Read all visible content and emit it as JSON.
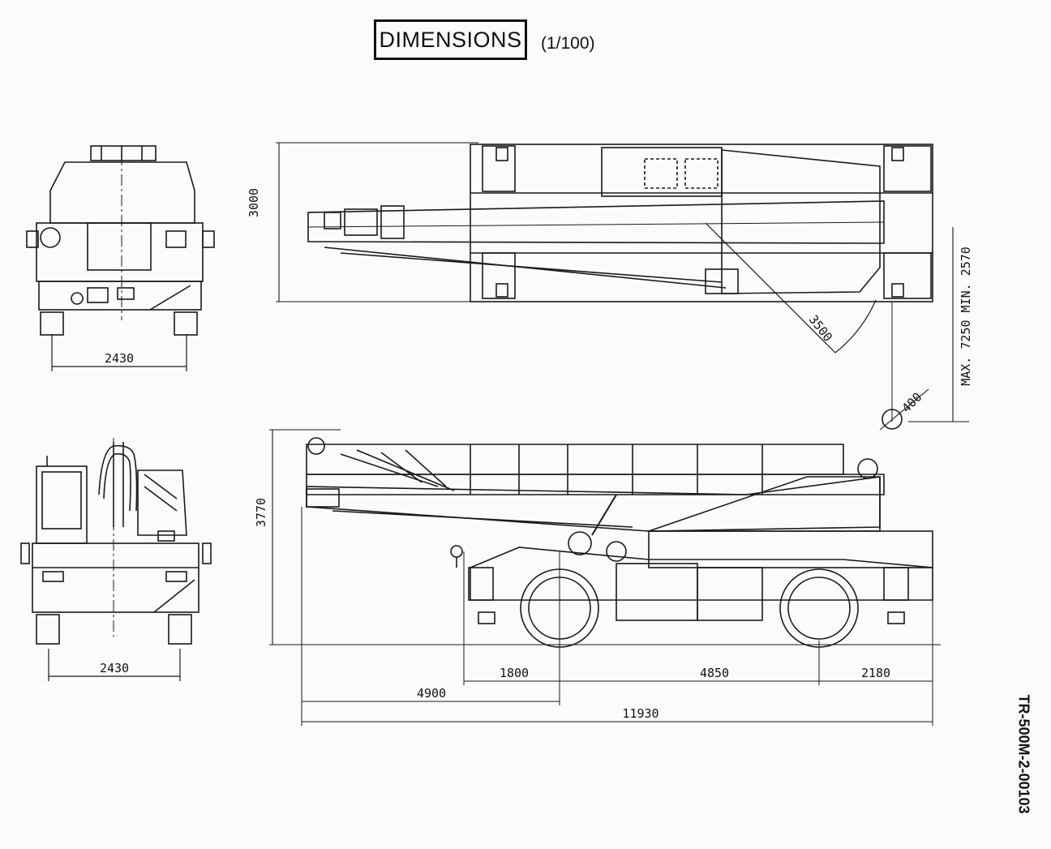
{
  "header": {
    "title": "DIMENSIONS",
    "scale": "(1/100)"
  },
  "doc_id": "TR-500M-2-00103",
  "dimensions": {
    "front_track_top": "2430",
    "front_track_bottom": "2430",
    "top_width": "3000",
    "swing_radius": "3500",
    "turning_radius": "MAX. 7250  MIN. 2570",
    "marker_diameter": "400",
    "height": "3770",
    "front_overhang": "1800",
    "wheelbase": "4850",
    "rear_overhang": "2180",
    "boom_front": "4900",
    "overall_length": "11930"
  }
}
